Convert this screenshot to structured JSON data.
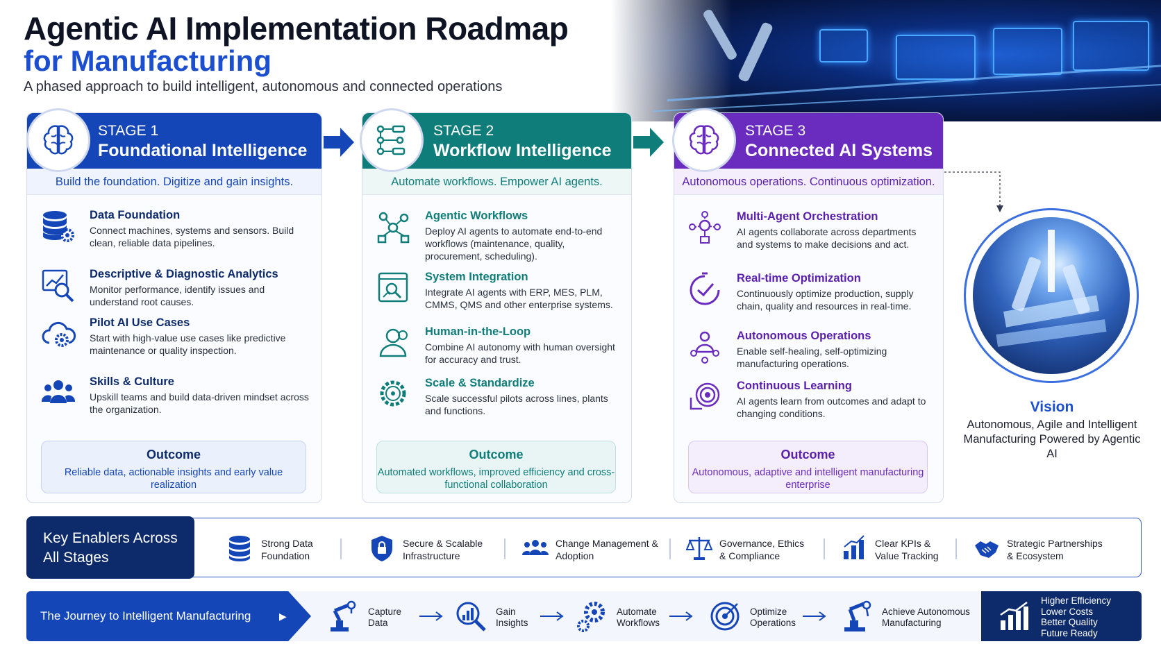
{
  "header": {
    "title_line1": "Agentic AI Implementation Roadmap",
    "title_line2": "for Manufacturing",
    "subtitle": "A phased approach to build intelligent, autonomous and connected operations"
  },
  "stages": [
    {
      "number": "STAGE 1",
      "title": "Foundational Intelligence",
      "tagline": "Build the foundation. Digitize and gain insights.",
      "color": "#1546b8",
      "icon": "brain-icon",
      "items": [
        {
          "title": "Data Foundation",
          "desc": "Connect machines, systems and sensors. Build clean, reliable data pipelines.",
          "icon": "database-gear-icon"
        },
        {
          "title": "Descriptive & Diagnostic Analytics",
          "desc": "Monitor performance, identify issues and understand root causes.",
          "icon": "analytics-magnifier-icon"
        },
        {
          "title": "Pilot AI Use Cases",
          "desc": "Start with high-value use cases like predictive maintenance or quality inspection.",
          "icon": "cloud-gear-icon"
        },
        {
          "title": "Skills & Culture",
          "desc": "Upskill teams and build data-driven mindset across the organization.",
          "icon": "team-icon"
        }
      ],
      "outcome": {
        "title": "Outcome",
        "text": "Reliable data, actionable insights and early value realization"
      }
    },
    {
      "number": "STAGE 2",
      "title": "Workflow Intelligence",
      "tagline": "Automate workflows. Empower AI agents.",
      "color": "#0f7d79",
      "icon": "workflow-icon",
      "items": [
        {
          "title": "Agentic Workflows",
          "desc": "Deploy AI agents to automate end-to-end workflows (maintenance, quality, procurement, scheduling).",
          "icon": "agent-network-icon"
        },
        {
          "title": "System Integration",
          "desc": "Integrate AI agents with ERP, MES, PLM, CMMS, QMS and other enterprise systems.",
          "icon": "integration-icon"
        },
        {
          "title": "Human-in-the-Loop",
          "desc": "Combine AI autonomy with human oversight for accuracy and trust.",
          "icon": "human-icon"
        },
        {
          "title": "Scale & Standardize",
          "desc": "Scale successful pilots across lines, plants and functions.",
          "icon": "gear-network-icon"
        }
      ],
      "outcome": {
        "title": "Outcome",
        "text": "Automated workflows, improved efficiency and cross-functional collaboration"
      }
    },
    {
      "number": "STAGE 3",
      "title": "Connected AI Systems",
      "tagline": "Autonomous operations. Continuous optimization.",
      "color": "#6a2bbf",
      "icon": "brain-icon",
      "items": [
        {
          "title": "Multi-Agent Orchestration",
          "desc": "AI agents collaborate across departments and systems to make decisions and act.",
          "icon": "orchestration-icon"
        },
        {
          "title": "Real-time Optimization",
          "desc": "Continuously optimize production, supply chain, quality and resources in real-time.",
          "icon": "stopwatch-check-icon"
        },
        {
          "title": "Autonomous Operations",
          "desc": "Enable self-healing, self-optimizing manufacturing operations.",
          "icon": "autonomous-agent-icon"
        },
        {
          "title": "Continuous Learning",
          "desc": "AI agents learn from outcomes and adapt to changing conditions.",
          "icon": "target-loop-icon"
        }
      ],
      "outcome": {
        "title": "Outcome",
        "text": "Autonomous, adaptive and intelligent manufacturing enterprise"
      }
    }
  ],
  "vision": {
    "title": "Vision",
    "text": "Autonomous, Agile and Intelligent Manufacturing Powered by Agentic AI"
  },
  "enablers": {
    "label": "Key Enablers Across All Stages",
    "items": [
      {
        "text": "Strong Data Foundation",
        "icon": "database-icon"
      },
      {
        "text": "Secure & Scalable Infrastructure",
        "icon": "shield-lock-icon"
      },
      {
        "text": "Change Management & Adoption",
        "icon": "people-icon"
      },
      {
        "text": "Governance, Ethics & Compliance",
        "icon": "scales-icon"
      },
      {
        "text": "Clear KPIs & Value Tracking",
        "icon": "bar-chart-icon"
      },
      {
        "text": "Strategic Partnerships & Ecosystem",
        "icon": "handshake-icon"
      }
    ]
  },
  "journey": {
    "label": "The Journey to Intelligent Manufacturing",
    "steps": [
      {
        "text": "Capture Data",
        "icon": "robot-arm-icon"
      },
      {
        "text": "Gain Insights",
        "icon": "magnifier-chart-icon"
      },
      {
        "text": "Automate Workflows",
        "icon": "gears-icon"
      },
      {
        "text": "Optimize Operations",
        "icon": "target-icon"
      },
      {
        "text": "Achieve Autonomous Manufacturing",
        "icon": "robot-arm-icon"
      }
    ],
    "result": [
      "Higher Efficiency",
      "Lower Costs",
      "Better Quality",
      "Future Ready"
    ]
  }
}
